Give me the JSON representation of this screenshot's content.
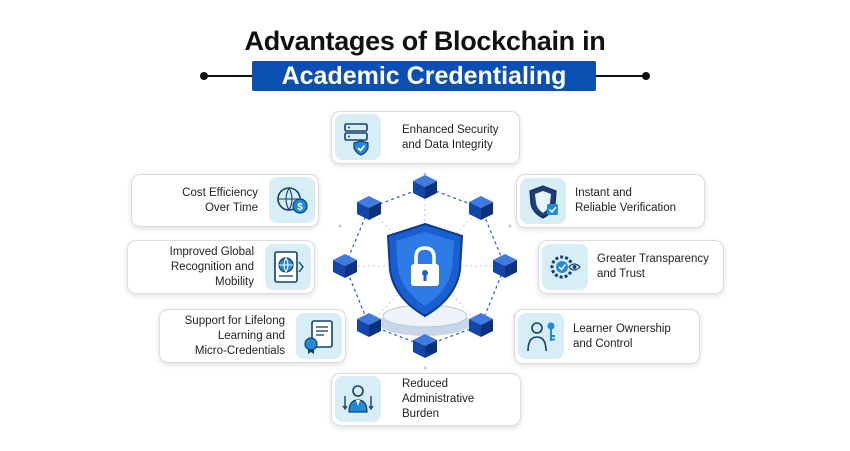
{
  "header": {
    "title_line1": "Advantages of Blockchain in",
    "title_line2": "Academic Credentialing"
  },
  "colors": {
    "accent": "#0b4fb3",
    "icon_bg": "#d7eef7",
    "cube": "#1346a8",
    "shield": "#1a5fd0"
  },
  "advantages": [
    {
      "line1": "Enhanced Security",
      "line2": "and Data Integrity",
      "icon": "server-shield-icon"
    },
    {
      "line1": "Instant and",
      "line2": "Reliable Verification",
      "icon": "shield-check-icon"
    },
    {
      "line1": "Greater Transparency",
      "line2": "and Trust",
      "icon": "gear-eye-icon"
    },
    {
      "line1": "Learner Ownership",
      "line2": "and Control",
      "icon": "person-key-icon"
    },
    {
      "line1": "Reduced",
      "line2": "Administrative Burden",
      "icon": "admin-person-icon"
    },
    {
      "line1": "Support for Lifelong",
      "line2": "Learning and",
      "line3": "Micro-Credentials",
      "icon": "certificate-icon"
    },
    {
      "line1": "Improved Global",
      "line2": "Recognition and Mobility",
      "icon": "globe-document-icon"
    },
    {
      "line1": "Cost Efficiency",
      "line2": "Over Time",
      "icon": "globe-coin-icon"
    }
  ]
}
